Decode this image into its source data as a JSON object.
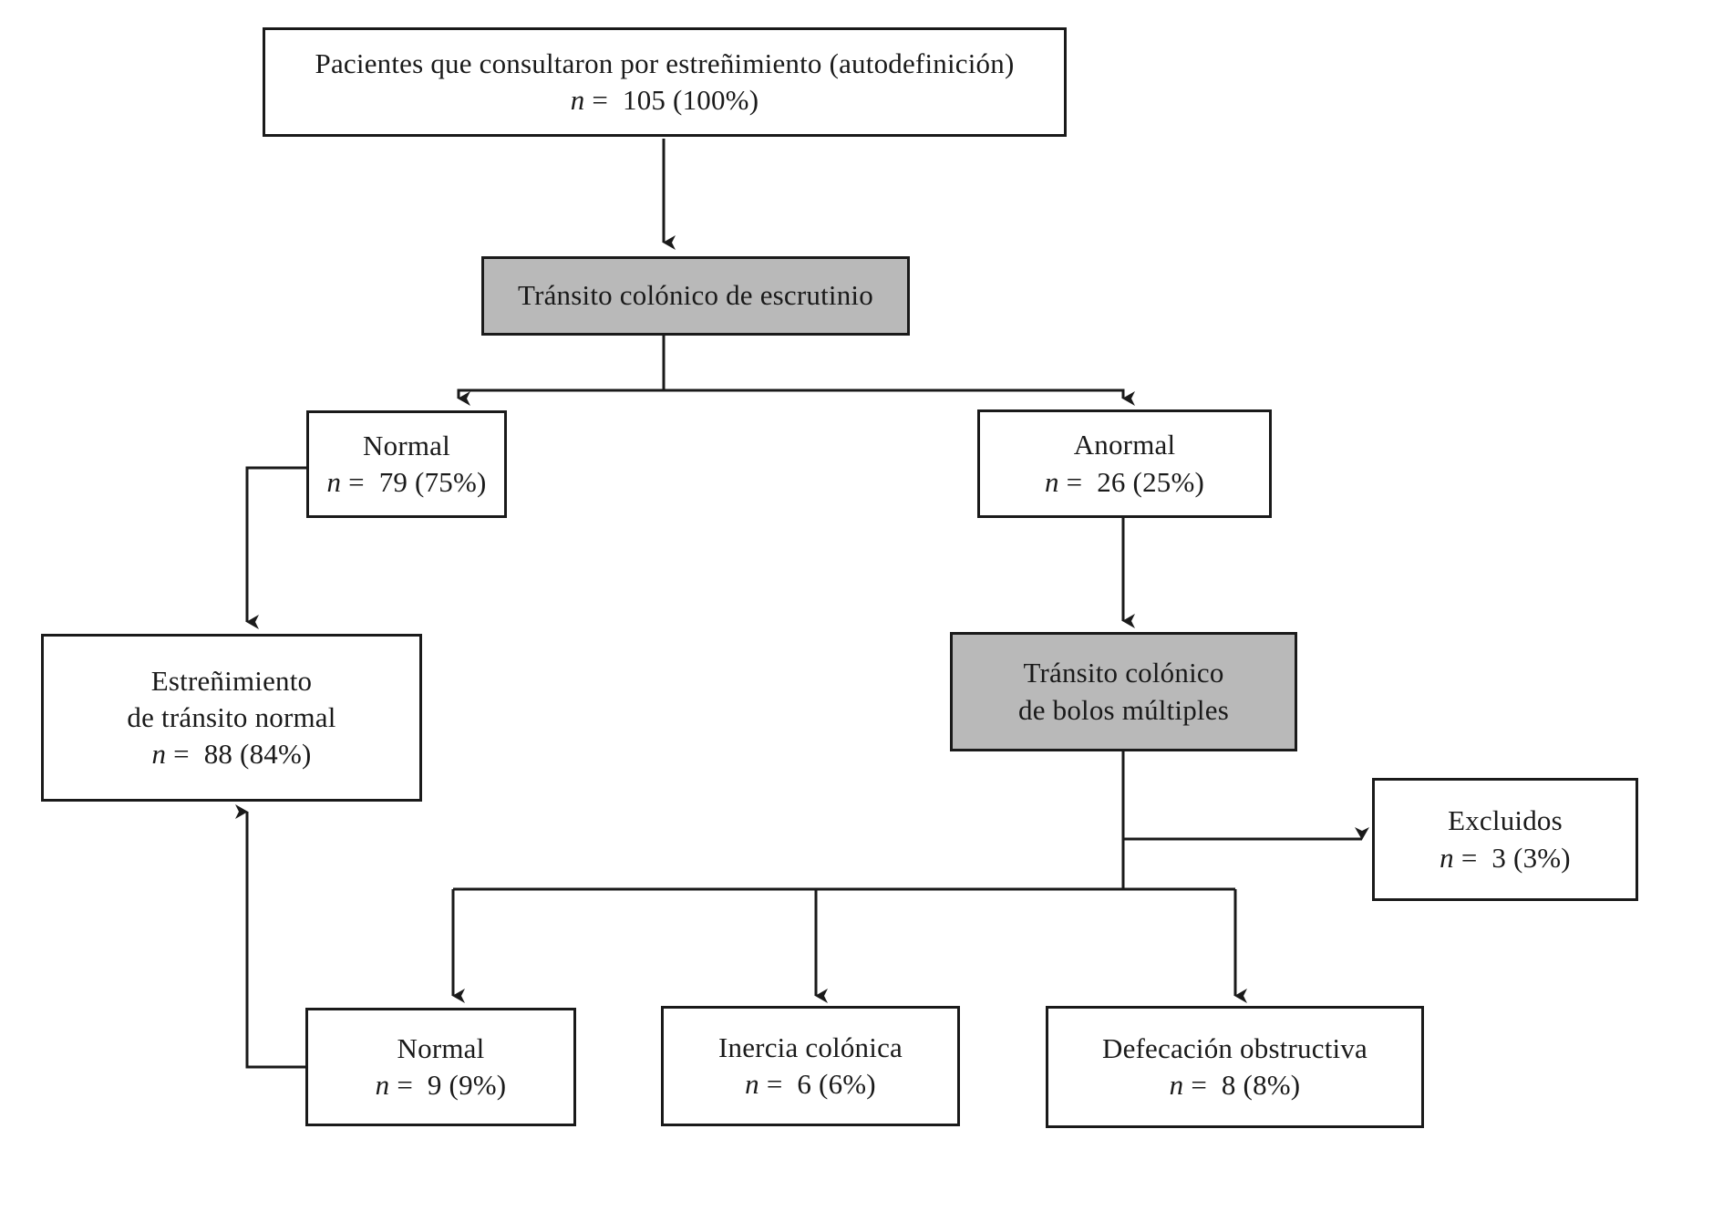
{
  "diagram": {
    "type": "flowchart",
    "title_text": "",
    "colors": {
      "stroke": "#1a1a1a",
      "box_fill": "#ffffff",
      "shaded_fill": "#b9b9b9",
      "text": "#1a1a1a"
    },
    "nodes": {
      "cohort": {
        "label": "Pacientes que consultaron por estreñimiento (autodefinición)",
        "stat_var": "n",
        "stat_eq": "=",
        "stat_value": "105 (100%)",
        "shaded": false
      },
      "screening_transit": {
        "label": "Tránsito colónico de escrutinio",
        "stat_var": "",
        "stat_eq": "",
        "stat_value": "",
        "shaded": true
      },
      "normal_transit": {
        "label": "Normal",
        "stat_var": "n",
        "stat_eq": "=",
        "stat_value": "79 (75%)",
        "shaded": false
      },
      "abnormal_transit": {
        "label": "Anormal",
        "stat_var": "n",
        "stat_eq": "=",
        "stat_value": "26 (25%)",
        "shaded": false
      },
      "normal_transit_constipation": {
        "label_line1": "Estreñimiento",
        "label_line2": "de tránsito normal",
        "stat_var": "n",
        "stat_eq": "=",
        "stat_value": "88 (84%)",
        "shaded": false
      },
      "multiple_bolus_transit": {
        "label_line1": "Tránsito colónico",
        "label_line2": "de bolos múltiples",
        "stat_var": "",
        "stat_eq": "",
        "stat_value": "",
        "shaded": true
      },
      "excluded": {
        "label": "Excluidos",
        "stat_var": "n",
        "stat_eq": "=",
        "stat_value": "3 (3%)",
        "shaded": false
      },
      "bolus_normal": {
        "label": "Normal",
        "stat_var": "n",
        "stat_eq": "=",
        "stat_value": "9 (9%)",
        "shaded": false
      },
      "colonic_inertia": {
        "label": "Inercia colónica",
        "stat_var": "n",
        "stat_eq": "=",
        "stat_value": "6 (6%)",
        "shaded": false
      },
      "obstructed_defecation": {
        "label": "Defecación obstructiva",
        "stat_var": "n",
        "stat_eq": "=",
        "stat_value": "8 (8%)",
        "shaded": false
      }
    }
  }
}
